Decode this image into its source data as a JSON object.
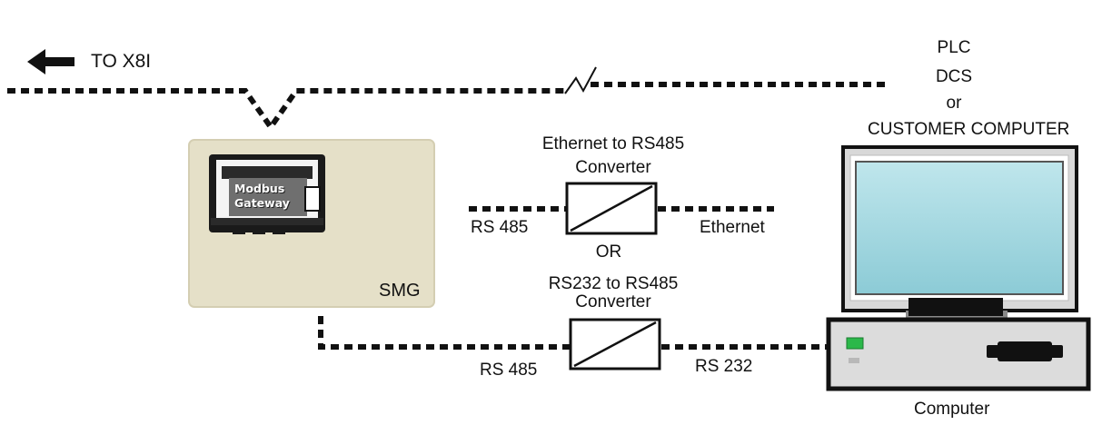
{
  "labels": {
    "to_target": "TO X8I",
    "plc": "PLC",
    "dcs": "DCS",
    "or_small": "or",
    "customer_computer": "CUSTOMER COMPUTER",
    "eth_converter_line1": "Ethernet to RS485",
    "eth_converter_line2": "Converter",
    "rs485_top": "RS 485",
    "ethernet": "Ethernet",
    "or_between": "OR",
    "rs232_converter_line1": "RS232 to RS485",
    "rs232_converter_line2": "Converter",
    "rs485_bottom": "RS 485",
    "rs232": "RS 232",
    "smg": "SMG",
    "computer": "Computer",
    "gateway_line1": "Modbus",
    "gateway_line2": "Gateway"
  },
  "colors": {
    "smg_box": "#e5e0c8",
    "screen": "#96d2dc",
    "monitor_frame": "#d8d8d8",
    "led": "#2bb84a"
  }
}
